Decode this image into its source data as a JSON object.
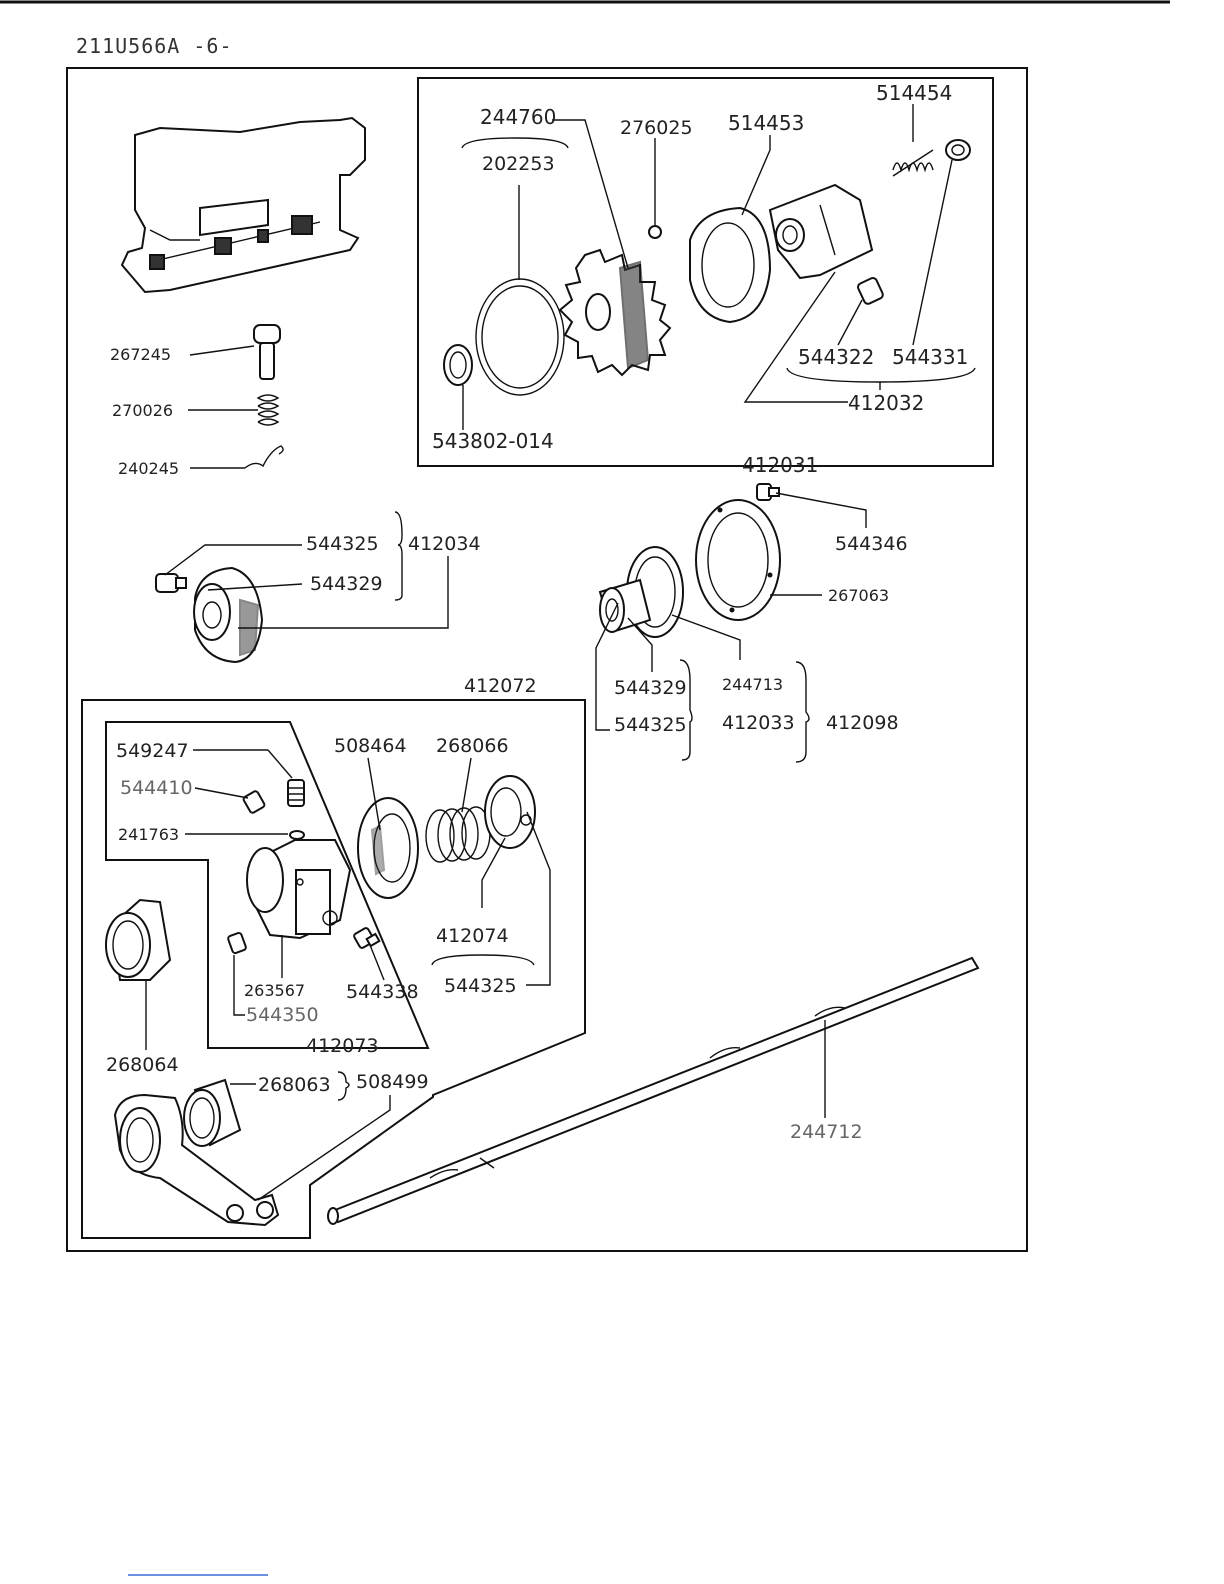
{
  "header": {
    "title": "211U566A -6-"
  },
  "labels": {
    "p244760": "244760",
    "p202253": "202253",
    "p276025": "276025",
    "p514453": "514453",
    "p514454": "514454",
    "p544322": "544322",
    "p544331": "544331",
    "p412032": "412032",
    "p543802": "543802-014",
    "p412031": "412031",
    "p267245": "267245",
    "p270026": "270026",
    "p240245": "240245",
    "p544325a": "544325",
    "p544329a": "544329",
    "p412034": "412034",
    "p544346": "544346",
    "p267063": "267063",
    "p544329b": "544329",
    "p244713": "244713",
    "p544325b": "544325",
    "p412033": "412033",
    "p412098": "412098",
    "p412072": "412072",
    "p549247": "549247",
    "p544410": "544410",
    "p241763": "241763",
    "p508464": "508464",
    "p268066": "268066",
    "p412074": "412074",
    "p544325c": "544325",
    "p263567": "263567",
    "p544338": "544338",
    "p544350": "544350",
    "p412073": "412073",
    "p268064": "268064",
    "p268063": "268063",
    "p508499": "508499",
    "p244712": "244712"
  }
}
